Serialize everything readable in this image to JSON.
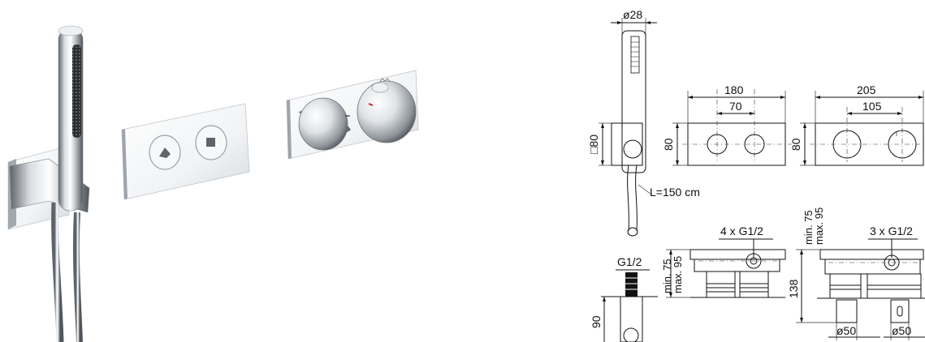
{
  "dimensions": {
    "handshower_diameter": "ø28",
    "bracket_square": "□80",
    "hose_length": "L=150 cm",
    "panel2_width": "180",
    "panel2_spacing": "70",
    "panel2_height": "80",
    "panel3_width": "205",
    "panel3_spacing": "105",
    "panel3_height": "80",
    "connection_single": "G1/2",
    "outlet_depth": "90",
    "box1_connections": "4 x G1/2",
    "box1_min": "min. 75",
    "box1_max": "max. 95",
    "box2_connections": "3 x G1/2",
    "box2_min": "min. 75",
    "box2_max": "max. 95",
    "box2_height": "138",
    "box2_diam_left": "ø50",
    "box2_diam_right": "ø50"
  },
  "colors": {
    "chrome_dark": "#6e747a",
    "chrome_mid": "#c9ced3",
    "chrome_light": "#f4f6f8",
    "line": "#111111"
  }
}
